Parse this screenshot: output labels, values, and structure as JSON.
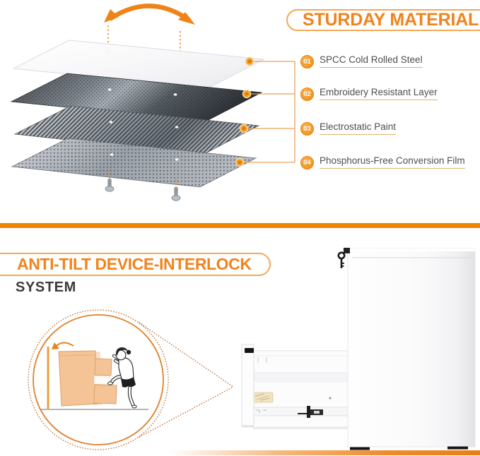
{
  "material_section": {
    "title": "STURDAY MATERIAL",
    "callouts": [
      {
        "num": "01",
        "label": "SPCC Cold Rolled Steel"
      },
      {
        "num": "02",
        "label": "Embroidery Resistant Layer"
      },
      {
        "num": "03",
        "label": "Electrostatic Paint"
      },
      {
        "num": "04",
        "label": "Phosphorus-Free Conversion Film"
      }
    ]
  },
  "antitilt_section": {
    "title": "ANTI-TILT DEVICE-INTERLOCK",
    "subtitle": "SYSTEM"
  },
  "icons": {
    "rotate_arrow": "curved-double-arrow",
    "key": "key-in-lock",
    "screws": "mounting-screws",
    "magnifier": "dotted-zoom-circle"
  },
  "colors": {
    "accent_orange": "#F08300",
    "divider_orange": "#EF8400",
    "badge_orange": "#F49C1C",
    "underline_tan": "#DDB36B",
    "title_orange": "#F0831E",
    "subtitle_dark": "#3B3B3B",
    "label_gray": "#4F4F4F",
    "cabinet_peach": "#F4C496",
    "floor_orange": "#E87F12"
  }
}
